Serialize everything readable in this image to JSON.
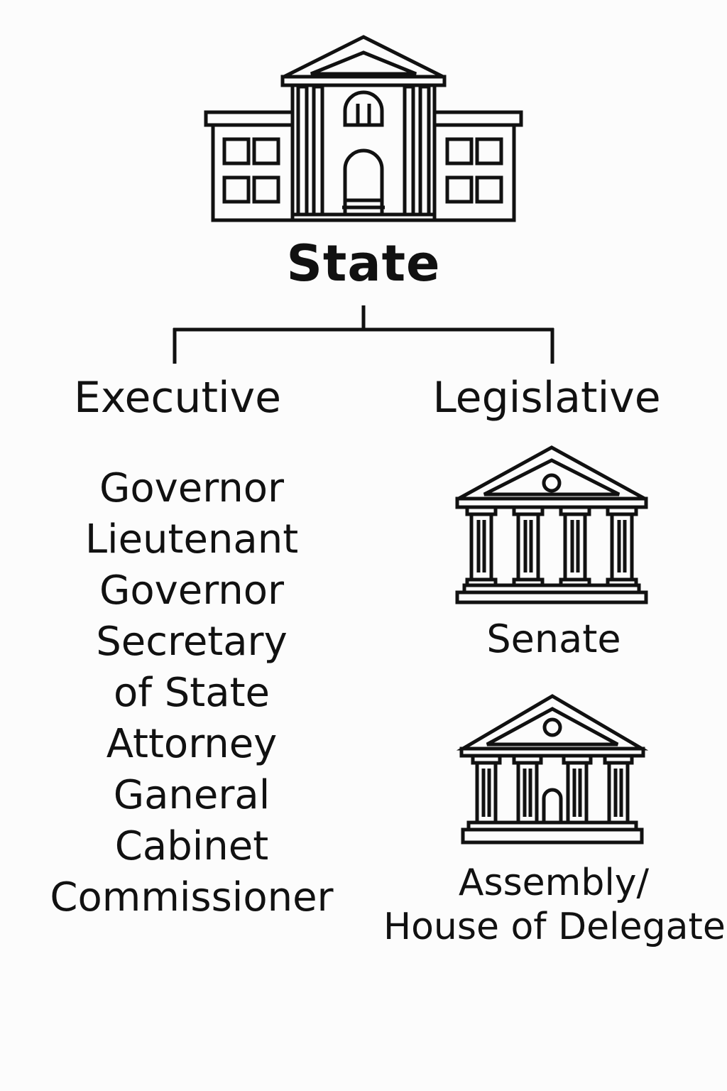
{
  "diagram": {
    "root": {
      "label": "State",
      "icon": "capitol-building-icon"
    },
    "branches": [
      {
        "label": "Executive",
        "members": [
          "Governor",
          "Lieutenant",
          "Governor",
          "Secretary",
          "of State",
          "Attorney",
          "Ganeral",
          "Cabinet",
          "Commissioner"
        ]
      },
      {
        "label": "Legislative",
        "chambers": [
          {
            "label": "Senate",
            "icon": "senate-building-icon"
          },
          {
            "label_lines": [
              "Assembly/",
              "House of Delegates"
            ],
            "icon": "assembly-building-icon"
          }
        ]
      }
    ]
  }
}
